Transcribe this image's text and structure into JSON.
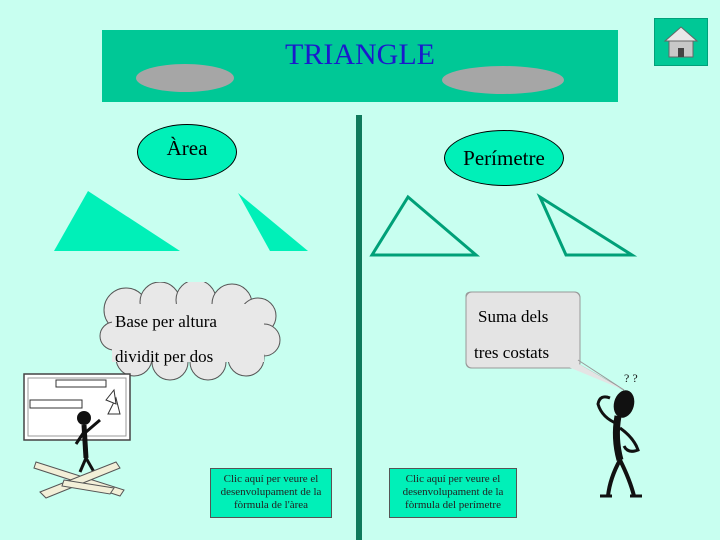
{
  "header": {
    "title": "TRIANGLE"
  },
  "nav": {
    "home_icon": "home-icon"
  },
  "area": {
    "label": "Àrea",
    "thought_line1": "Base per altura",
    "thought_line2": "dividit per dos",
    "link_text": "Clic aquí per veure el desenvolupament de la fòrmula de l'àrea"
  },
  "perimeter": {
    "label": "Perímetre",
    "speech_line1": "Suma dels",
    "speech_line2": "tres costats",
    "link_text": "Clic aquí per veure el desenvolupament de la fòrmula del perímetre"
  },
  "colors": {
    "background": "#c8fff0",
    "banner": "#00c896",
    "accent": "#00f0b8",
    "title": "#1a1acc",
    "divider": "#0f7a5c"
  }
}
